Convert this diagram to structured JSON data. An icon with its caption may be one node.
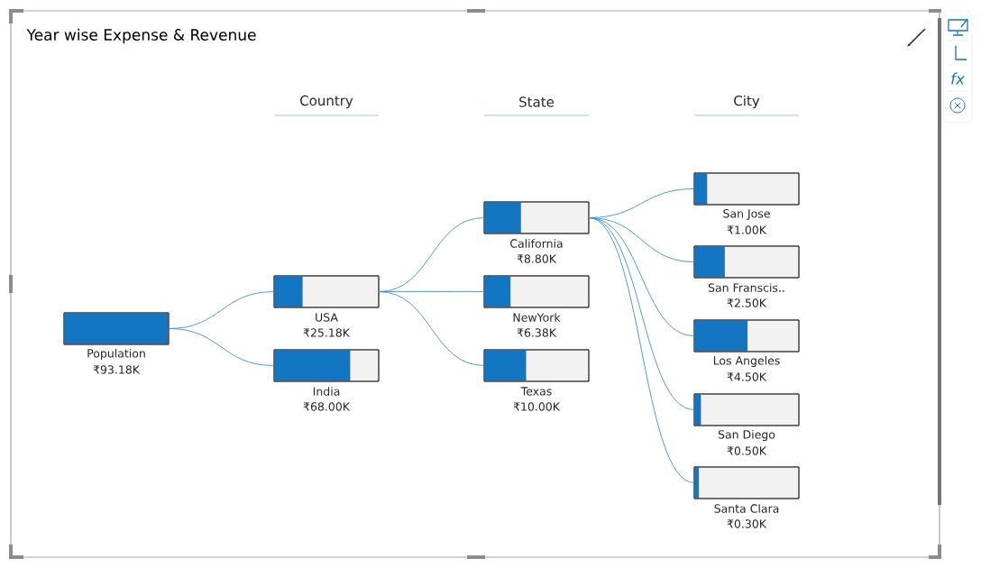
{
  "diagram": {
    "title": "Year wise Expense & Revenue",
    "nodes": [
      {
        "text": [
          "Population",
          "₹93.18K"
        ]
      },
      {
        "text": [
          "USA",
          "₹25.18K"
        ]
      },
      {
        "text": [
          "India",
          "₹68.00K"
        ]
      },
      {
        "text": [
          "California",
          "₹8.80K"
        ]
      },
      {
        "text": [
          "NewYork",
          "₹6.38K"
        ]
      },
      {
        "text": [
          "Texas",
          "₹10.00K"
        ]
      },
      {
        "text": [
          "San Jose",
          "₹1.00K"
        ]
      },
      {
        "text": [
          "San Franscis..",
          "₹2.50K"
        ]
      },
      {
        "text": [
          "Los Angeles",
          "₹4.50K"
        ]
      },
      {
        "text": [
          "San Diego",
          "₹0.50K"
        ]
      },
      {
        "text": [
          "Santa Clara",
          "₹0.30K"
        ]
      }
    ],
    "edges": [
      {
        "from": 0,
        "to": 1,
        "arrow": "none"
      },
      {
        "from": 0,
        "to": 2,
        "arrow": "none"
      },
      {
        "from": 1,
        "to": 3,
        "arrow": "none"
      },
      {
        "from": 1,
        "to": 4,
        "arrow": "none"
      },
      {
        "from": 1,
        "to": 5,
        "arrow": "none"
      },
      {
        "from": 3,
        "to": 6,
        "arrow": "none"
      },
      {
        "from": 3,
        "to": 7,
        "arrow": "none"
      },
      {
        "from": 3,
        "to": 8,
        "arrow": "none"
      },
      {
        "from": 3,
        "to": 9,
        "arrow": "none"
      },
      {
        "from": 3,
        "to": 10,
        "arrow": "none"
      }
    ],
    "labels": [
      "Country",
      "State",
      "City",
      "fx"
    ]
  }
}
